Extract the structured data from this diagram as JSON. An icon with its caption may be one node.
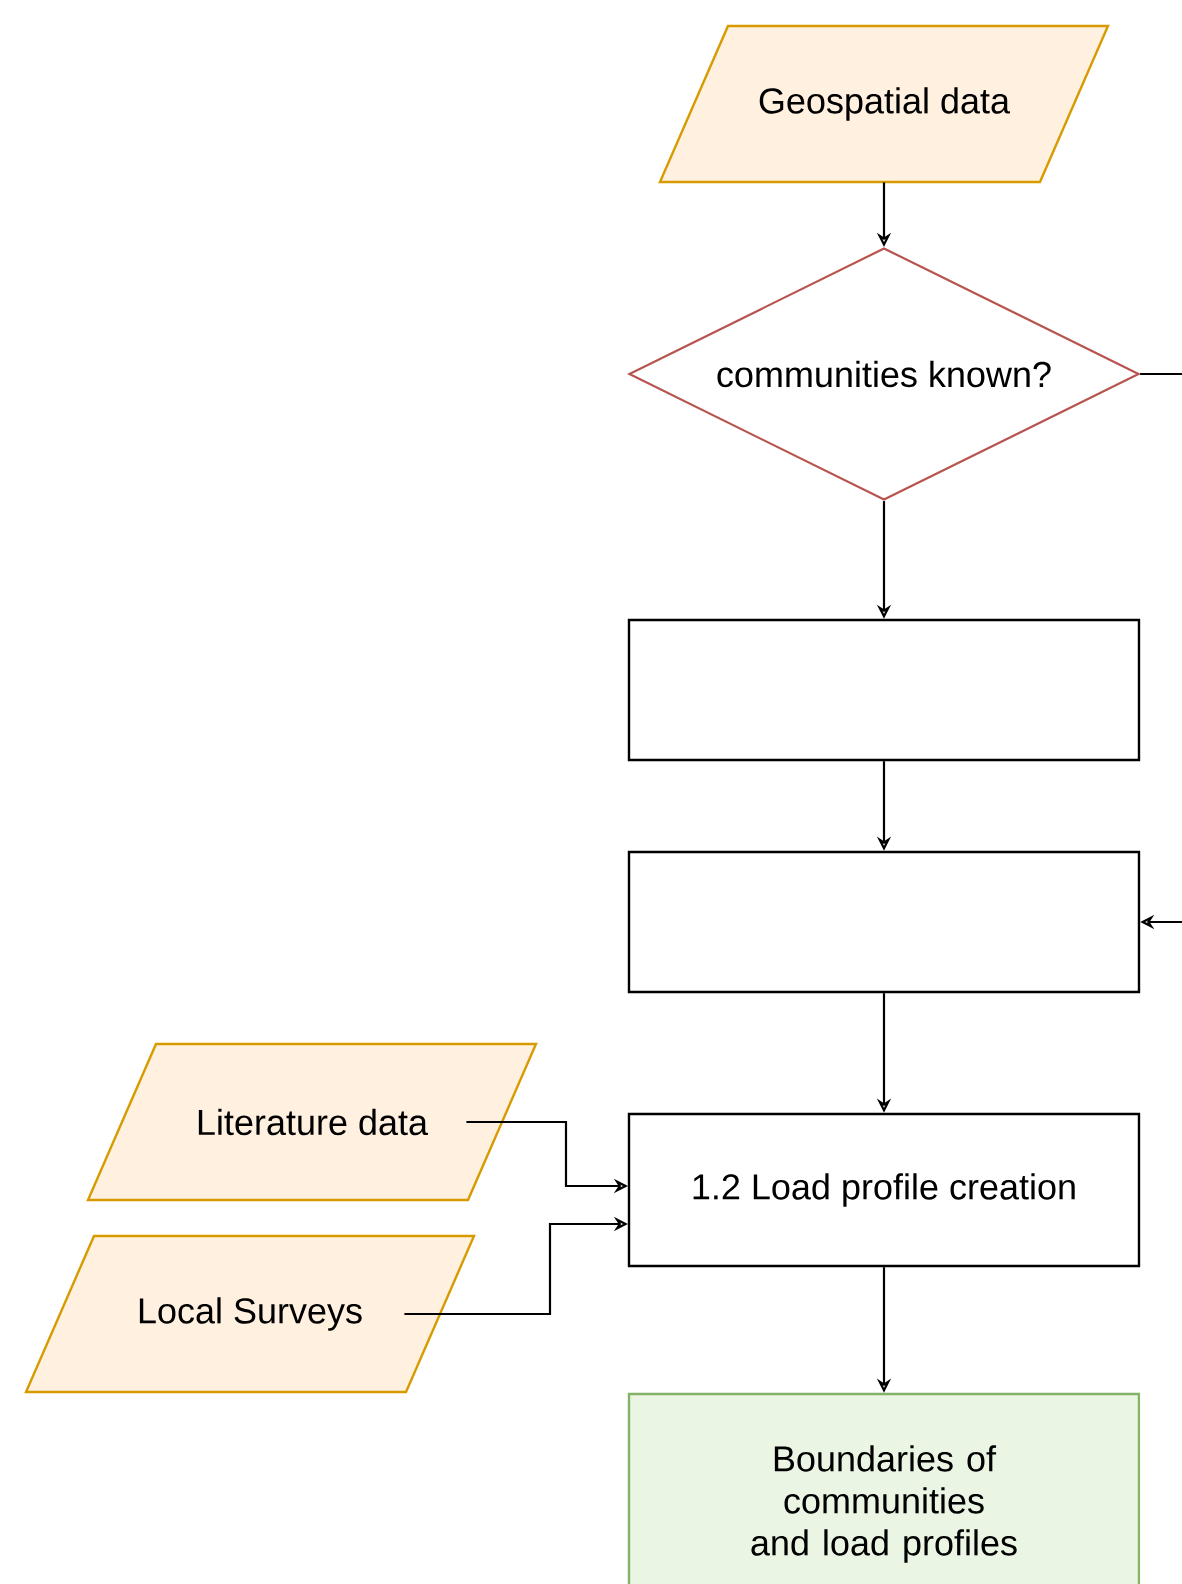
{
  "diagram": {
    "nodes": [
      {
        "text": [
          "Geospatial data"
        ]
      },
      {
        "text": [
          "communities known?"
        ]
      },
      {
        "text": [],
        "shape": "box"
      },
      {
        "text": [],
        "shape": "box"
      },
      {
        "text": [
          "Literature data"
        ]
      },
      {
        "text": [
          "Local Surveys"
        ]
      },
      {
        "text": [
          "1.2 Load profile creation"
        ]
      },
      {
        "text": [
          "Boundaries of communities and load profiles"
        ]
      }
    ],
    "edges": [
      {
        "from": 0,
        "to": 1,
        "arrow": "to"
      },
      {
        "from": 1,
        "to": 2,
        "arrow": "to"
      },
      {
        "from": 2,
        "to": 3,
        "arrow": "to"
      },
      {
        "from": 3,
        "to": 6,
        "arrow": "to"
      },
      {
        "from": 4,
        "to": 6,
        "arrow": "to"
      },
      {
        "from": 5,
        "to": 6,
        "arrow": "to"
      },
      {
        "from": 6,
        "to": 7,
        "arrow": "to"
      },
      {
        "from": 1,
        "to": null,
        "arrow": "none"
      },
      {
        "from": null,
        "to": 3,
        "arrow": "to"
      }
    ]
  }
}
